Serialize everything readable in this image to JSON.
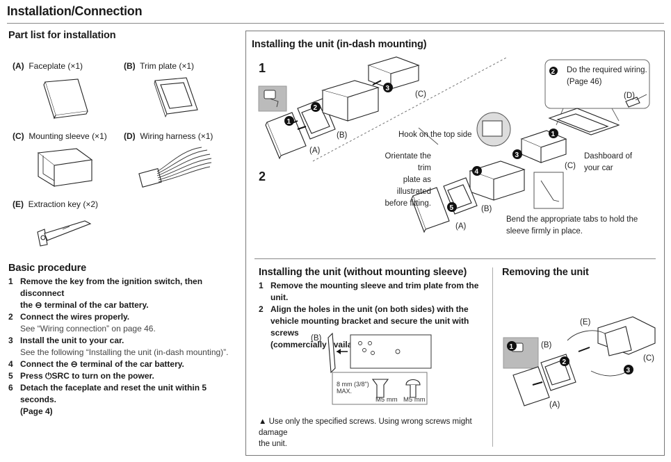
{
  "page": {
    "title": "Installation/Connection"
  },
  "parts": {
    "heading": "Part list for installation",
    "items": [
      {
        "id": "(A)",
        "label": "Faceplate (×1)"
      },
      {
        "id": "(B)",
        "label": "Trim plate (×1)"
      },
      {
        "id": "(C)",
        "label": "Mounting sleeve (×1)"
      },
      {
        "id": "(D)",
        "label": "Wiring harness (×1)"
      },
      {
        "id": "(E)",
        "label": "Extraction key (×2)"
      }
    ]
  },
  "basic": {
    "heading": "Basic procedure",
    "steps": [
      {
        "n": "1",
        "t1": "Remove the key from the ignition switch, then disconnect",
        "t2a": "the ",
        "t2b": " terminal of the car battery."
      },
      {
        "n": "2",
        "t1": "Connect the wires properly.",
        "sub": "See “Wiring connection” on page 46."
      },
      {
        "n": "3",
        "t1": "Install the unit to your car.",
        "sub": "See the following “Installing the unit (in-dash mounting)”."
      },
      {
        "n": "4",
        "t1a": "Connect the ",
        "t1b": " terminal of the car battery."
      },
      {
        "n": "5",
        "t1a": "Press ",
        "t1b": "SRC to turn on the power."
      },
      {
        "n": "6",
        "t1": "Detach the faceplate and reset the unit within 5 seconds.",
        "sub": "(Page 4)"
      }
    ]
  },
  "indash": {
    "heading": "Installing the unit (in-dash mounting)",
    "fig1": "1",
    "fig2": "2",
    "wiring": "Do the required wiring.",
    "wiring_page": "(Page 46)",
    "hook": "Hook on the top side",
    "orientate": [
      "Orientate the trim",
      "plate as illustrated",
      "before fitting."
    ],
    "dashboard": [
      "Dashboard of",
      "your car"
    ],
    "bend": [
      "Bend the appropriate tabs to hold the",
      "sleeve firmly in place."
    ],
    "labels": {
      "a": "(A)",
      "b": "(B)",
      "c": "(C)",
      "d": "(D)"
    }
  },
  "nosleeve": {
    "heading": "Installing the unit (without mounting sleeve)",
    "steps": [
      {
        "n": "1",
        "t": "Remove the mounting sleeve and trim plate from the unit."
      },
      {
        "n": "2",
        "t": "Align the holes in the unit (on both sides) with the",
        "t2": "vehicle mounting bracket and secure the unit with screws",
        "t3": "(commercially available)."
      }
    ],
    "screw_size": "8 mm (3/8\")",
    "screw_max": "MAX.",
    "m5a": "M5 mm",
    "m5b": "M5 mm",
    "label_b": "(B)",
    "warning": "Use only the specified screws. Using wrong screws might damage",
    "warning2": "the unit."
  },
  "removing": {
    "heading": "Removing the unit",
    "labels": {
      "a": "(A)",
      "b": "(B)",
      "c": "(C)",
      "e": "(E)"
    }
  }
}
